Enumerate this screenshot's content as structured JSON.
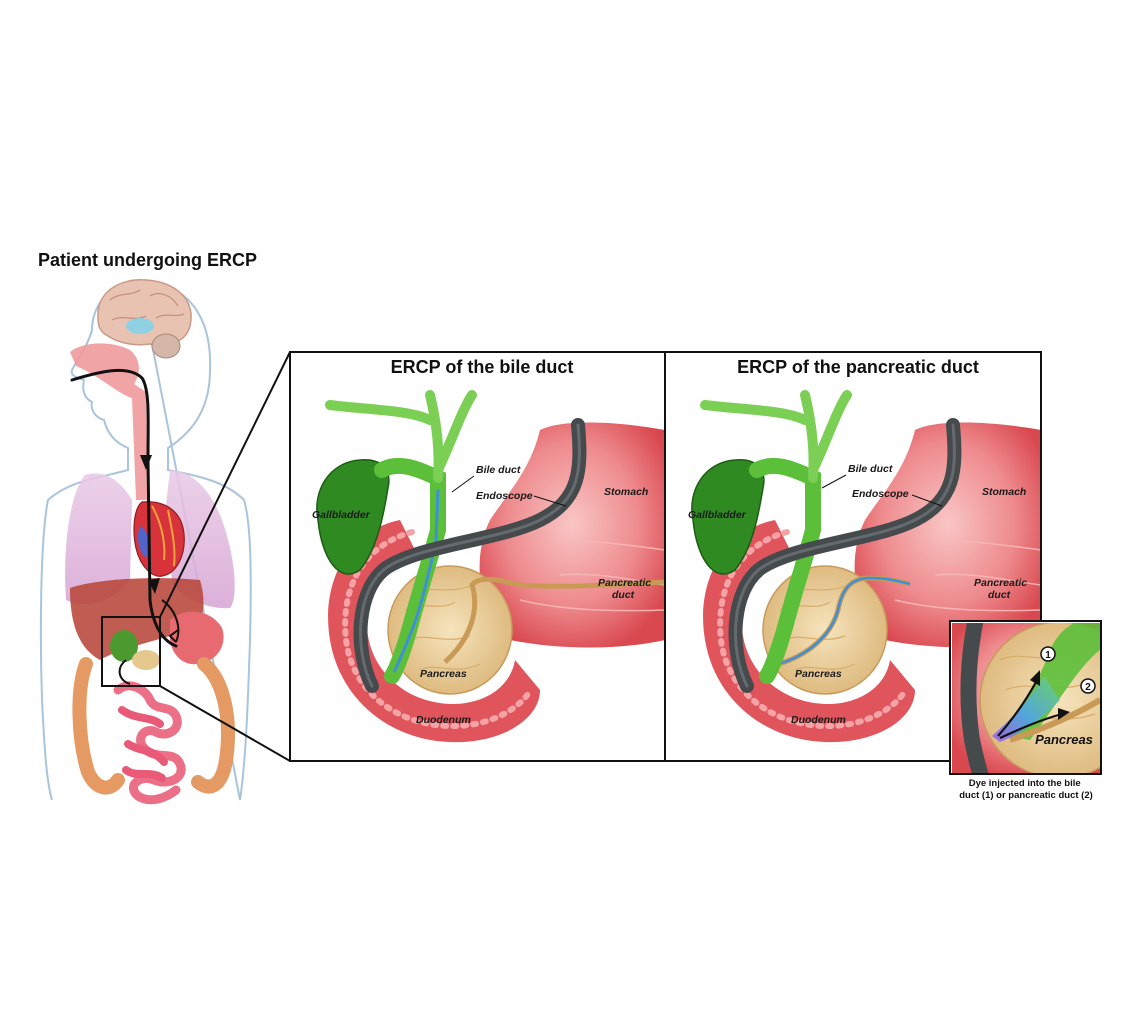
{
  "patient_title": "Patient undergoing ERCP",
  "panels": [
    {
      "title": "ERCP of the bile duct",
      "labels": {
        "gallbladder": "Gallbladder",
        "bile_duct": "Bile duct",
        "endoscope": "Endoscope",
        "stomach": "Stomach",
        "pancreatic_duct": "Pancreatic duct",
        "pancreas": "Pancreas",
        "duodenum": "Duodenum"
      }
    },
    {
      "title": "ERCP of the pancreatic duct",
      "labels": {
        "gallbladder": "Gallbladder",
        "bile_duct": "Bile duct",
        "endoscope": "Endoscope",
        "stomach": "Stomach",
        "pancreatic_duct": "Pancreatic duct",
        "pancreas": "Pancreas",
        "duodenum": "Duodenum"
      }
    }
  ],
  "inset": {
    "label": "Pancreas",
    "marker_1": "1",
    "marker_2": "2",
    "caption": "Dye injected into the bile duct (1) or pancreatic duct (2)"
  },
  "colors": {
    "bile_green": "#5cbf3a",
    "gallbladder_green": "#2f8a22",
    "tissue_red": "#e2585e",
    "tissue_pink": "#f4a6a8",
    "endoscope_gray": "#454a4d",
    "dye_blue": "#3f8fd6",
    "pancreas_tan": "#f2d9a6",
    "outline": "#111111"
  }
}
